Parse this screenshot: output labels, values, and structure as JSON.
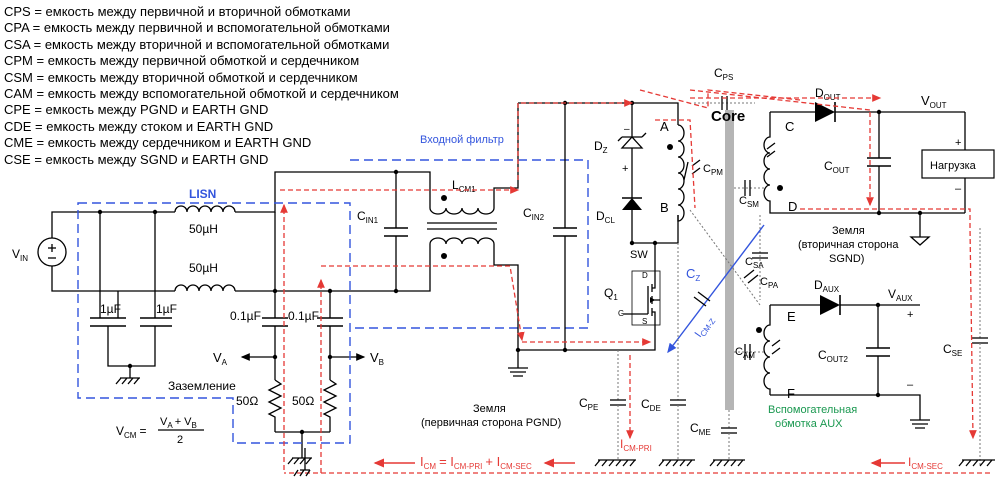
{
  "legend": [
    "CPS = емкость между первичной и вторичной обмотками",
    "CPA = емкость между первичной и вспомогательной обмотками",
    "CSA = емкость между вторичной и вспомогательной обмотками",
    "CPM = емкость между первичной обмоткой и сердечником",
    "CSM = емкость между вторичной обмоткой и сердечником",
    "CAM = емкость между вспомогательной обмоткой и сердечником",
    "CPE = емкость между PGND и EARTH GND",
    "CDE = емкость между стоком и EARTH GND",
    "CME = емкость между сердечником и EARTH GND",
    "CSE = емкость между SGND и EARTH GND"
  ],
  "labels": {
    "lisn": "LISN",
    "input_filter": "Входной фильтр",
    "core": "Core",
    "vin": "V",
    "vin_sub": "IN",
    "ind1": "50µH",
    "ind2": "50µH",
    "c1": "1µF",
    "c2": "1µF",
    "c3": "0.1µF",
    "c4": "0.1µF",
    "r1": "50Ω",
    "r2": "50Ω",
    "va": "V",
    "va_sub": "A",
    "vb": "V",
    "vb_sub": "B",
    "ground": "Заземление",
    "vcm": "V",
    "vcm_sub": "CM",
    "vcm_eq": "=",
    "vcm_num": "V",
    "vcm_num_a": "A",
    "vcm_plus": "+ V",
    "vcm_num_b": "B",
    "vcm_den": "2",
    "cin1": "C",
    "cin1_sub": "IN1",
    "cin2": "C",
    "cin2_sub": "IN2",
    "lcm1": "L",
    "lcm1_sub": "CM1",
    "dz": "D",
    "dz_sub": "Z",
    "dcl": "D",
    "dcl_sub": "CL",
    "q1": "Q",
    "q1_sub": "1",
    "sw": "SW",
    "pin_d": "D",
    "pin_g": "G",
    "pin_s": "S",
    "node_a": "A",
    "node_b": "B",
    "node_c": "C",
    "node_d": "D",
    "node_e": "E",
    "node_f": "F",
    "cps": "C",
    "cps_sub": "PS",
    "cpm": "C",
    "cpm_sub": "PM",
    "csm": "C",
    "csm_sub": "SM",
    "csa": "C",
    "csa_sub": "SA",
    "cpa": "C",
    "cpa_sub": "PA",
    "cam": "C",
    "cam_sub": "AM",
    "cz": "C",
    "cz_sub": "Z",
    "icmz": "I",
    "icmz_sub": "CM-Z",
    "dout": "D",
    "dout_sub": "OUT",
    "cout": "C",
    "cout_sub": "OUT",
    "vout": "V",
    "vout_sub": "OUT",
    "load": "Нагрузка",
    "plus1": "+",
    "minus1": "–",
    "gnd_sec_1": "Земля",
    "gnd_sec_2": "(вторичная сторона",
    "gnd_sec_3": "SGND)",
    "daux": "D",
    "daux_sub": "AUX",
    "vaux": "V",
    "vaux_sub": "AUX",
    "cout2": "C",
    "cout2_sub": "OUT2",
    "plus2": "+",
    "minus2": "–",
    "cse": "C",
    "cse_sub": "SE",
    "aux_1": "Вспомогательная",
    "aux_2": "обмотка AUX",
    "gnd_pri_1": "Земля",
    "gnd_pri_2": "(первичная сторона PGND)",
    "cpe": "C",
    "cpe_sub": "PE",
    "cde": "C",
    "cde_sub": "DE",
    "cme": "C",
    "cme_sub": "ME",
    "icm_pri": "I",
    "icm_pri_sub": "CM-PRI",
    "icm_main": "I",
    "icm_main_sub": "CM",
    "icm_eq": "= I",
    "icm_eq_sub": "CM-PRI",
    "icm_plus": "+ I",
    "icm_plus_sub": "CM-SEC",
    "icm_sec": "I",
    "icm_sec_sub": "CM-SEC"
  },
  "colors": {
    "current_path": "#e53935",
    "filter_box": "#3355dd",
    "aux_text": "#1a9850",
    "core": "#b5b5b5"
  }
}
